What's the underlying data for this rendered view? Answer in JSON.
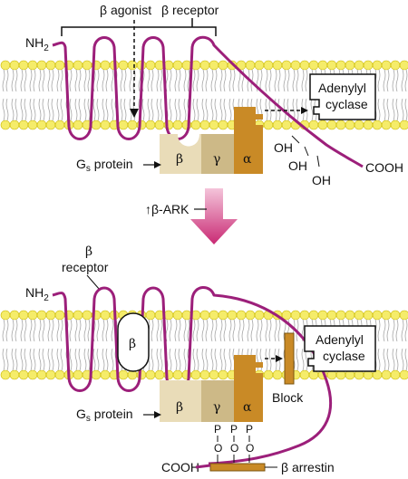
{
  "colors": {
    "membrane_head": "#f5ec6a",
    "membrane_head_stroke": "#c9b800",
    "receptor": "#9c1f7a",
    "beta_subunit": "#e9dcb8",
    "gamma_subunit": "#cdb987",
    "alpha_subunit": "#c98a26",
    "arrestin": "#c98a26",
    "transition_arrow": "#d6508f"
  },
  "top": {
    "beta_agonist": "β agonist",
    "beta_receptor": "β receptor",
    "nh2": "NH",
    "nh2_sub": "2",
    "adenylyl": "Adenylyl",
    "cyclase": "cyclase",
    "gs_label": "G",
    "gs_sub": "s",
    "gs_rest": " protein",
    "beta": "β",
    "gamma": "γ",
    "alpha": "α",
    "oh1": "OH",
    "oh2": "OH",
    "oh3": "OH",
    "cooh": "COOH"
  },
  "middle": {
    "bark": "↑β-ARK"
  },
  "bottom": {
    "beta_word": "β",
    "receptor_word": "receptor",
    "nh2": "NH",
    "nh2_sub": "2",
    "beta_capsule": "β",
    "adenylyl": "Adenylyl",
    "cyclase": "cyclase",
    "block": "Block",
    "gs_label": "G",
    "gs_sub": "s",
    "gs_rest": " protein",
    "beta": "β",
    "gamma": "γ",
    "alpha": "α",
    "p1": "P",
    "p2": "P",
    "p3": "P",
    "o1": "O",
    "o2": "O",
    "o3": "O",
    "cooh": "COOH",
    "arrestin": "β arrestin"
  }
}
